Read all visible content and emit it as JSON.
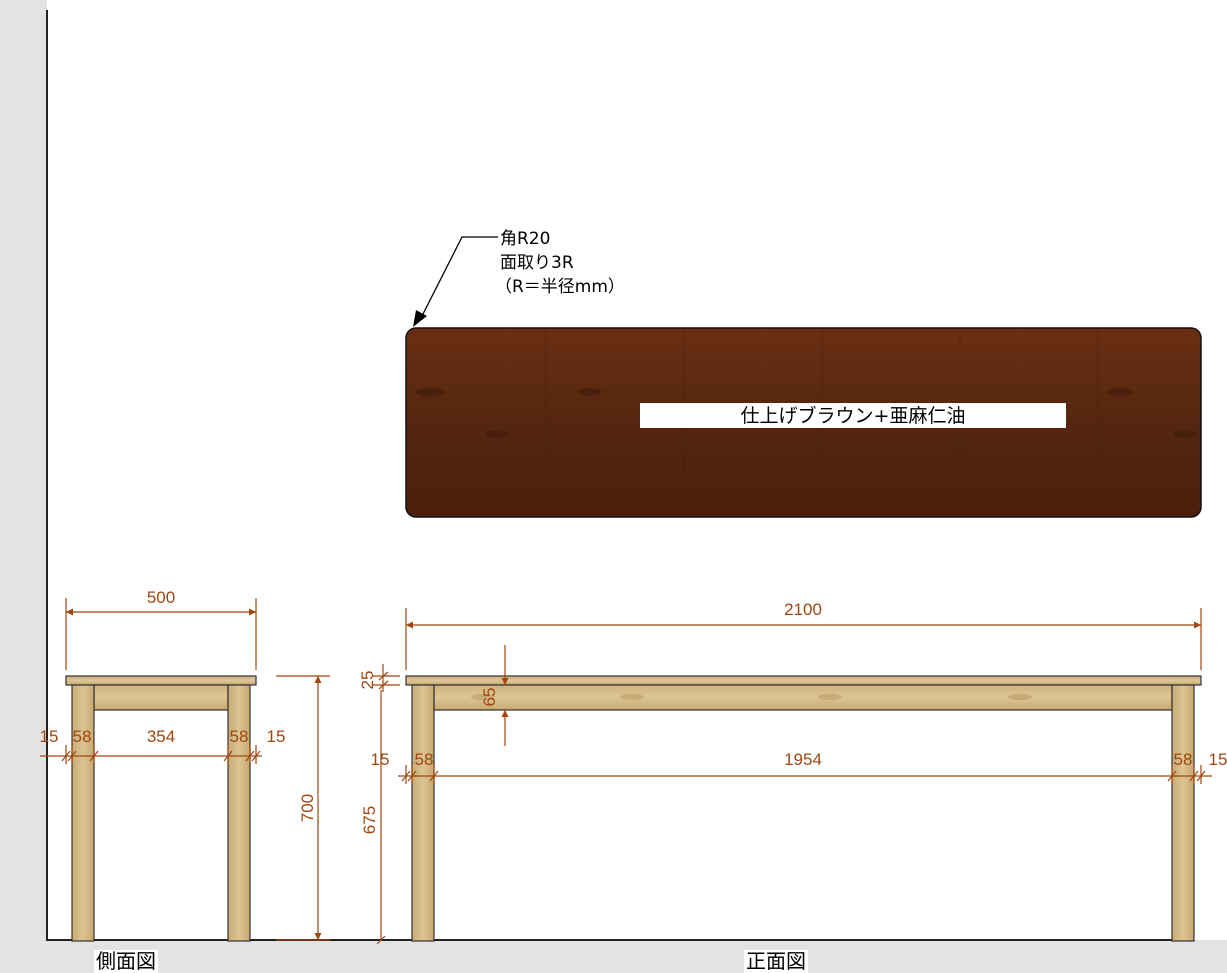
{
  "captions": {
    "side": "側面図",
    "front": "正面図"
  },
  "top_view": {
    "finish_label": "仕上げブラウン+亜麻仁油",
    "callout": {
      "line1": "角R20",
      "line2": "面取り3R",
      "line3": "（R＝半径mm）"
    }
  },
  "side_view": {
    "overall_width": "500",
    "height": "700",
    "inset_left": "15",
    "leg_left": "58",
    "gap": "354",
    "leg_right": "58",
    "inset_right": "15"
  },
  "front_view": {
    "overall_width": "2100",
    "top_thickness": "25",
    "apron_height": "65",
    "inset_left": "15",
    "leg_left": "58",
    "span": "1954",
    "leg_right": "58",
    "inset_right": "15",
    "leg_height": "675"
  },
  "colors": {
    "dimension": "#a0460f",
    "dark_wood": "#5e2a12",
    "light_wood": "#d2b782",
    "outline": "#222222"
  }
}
